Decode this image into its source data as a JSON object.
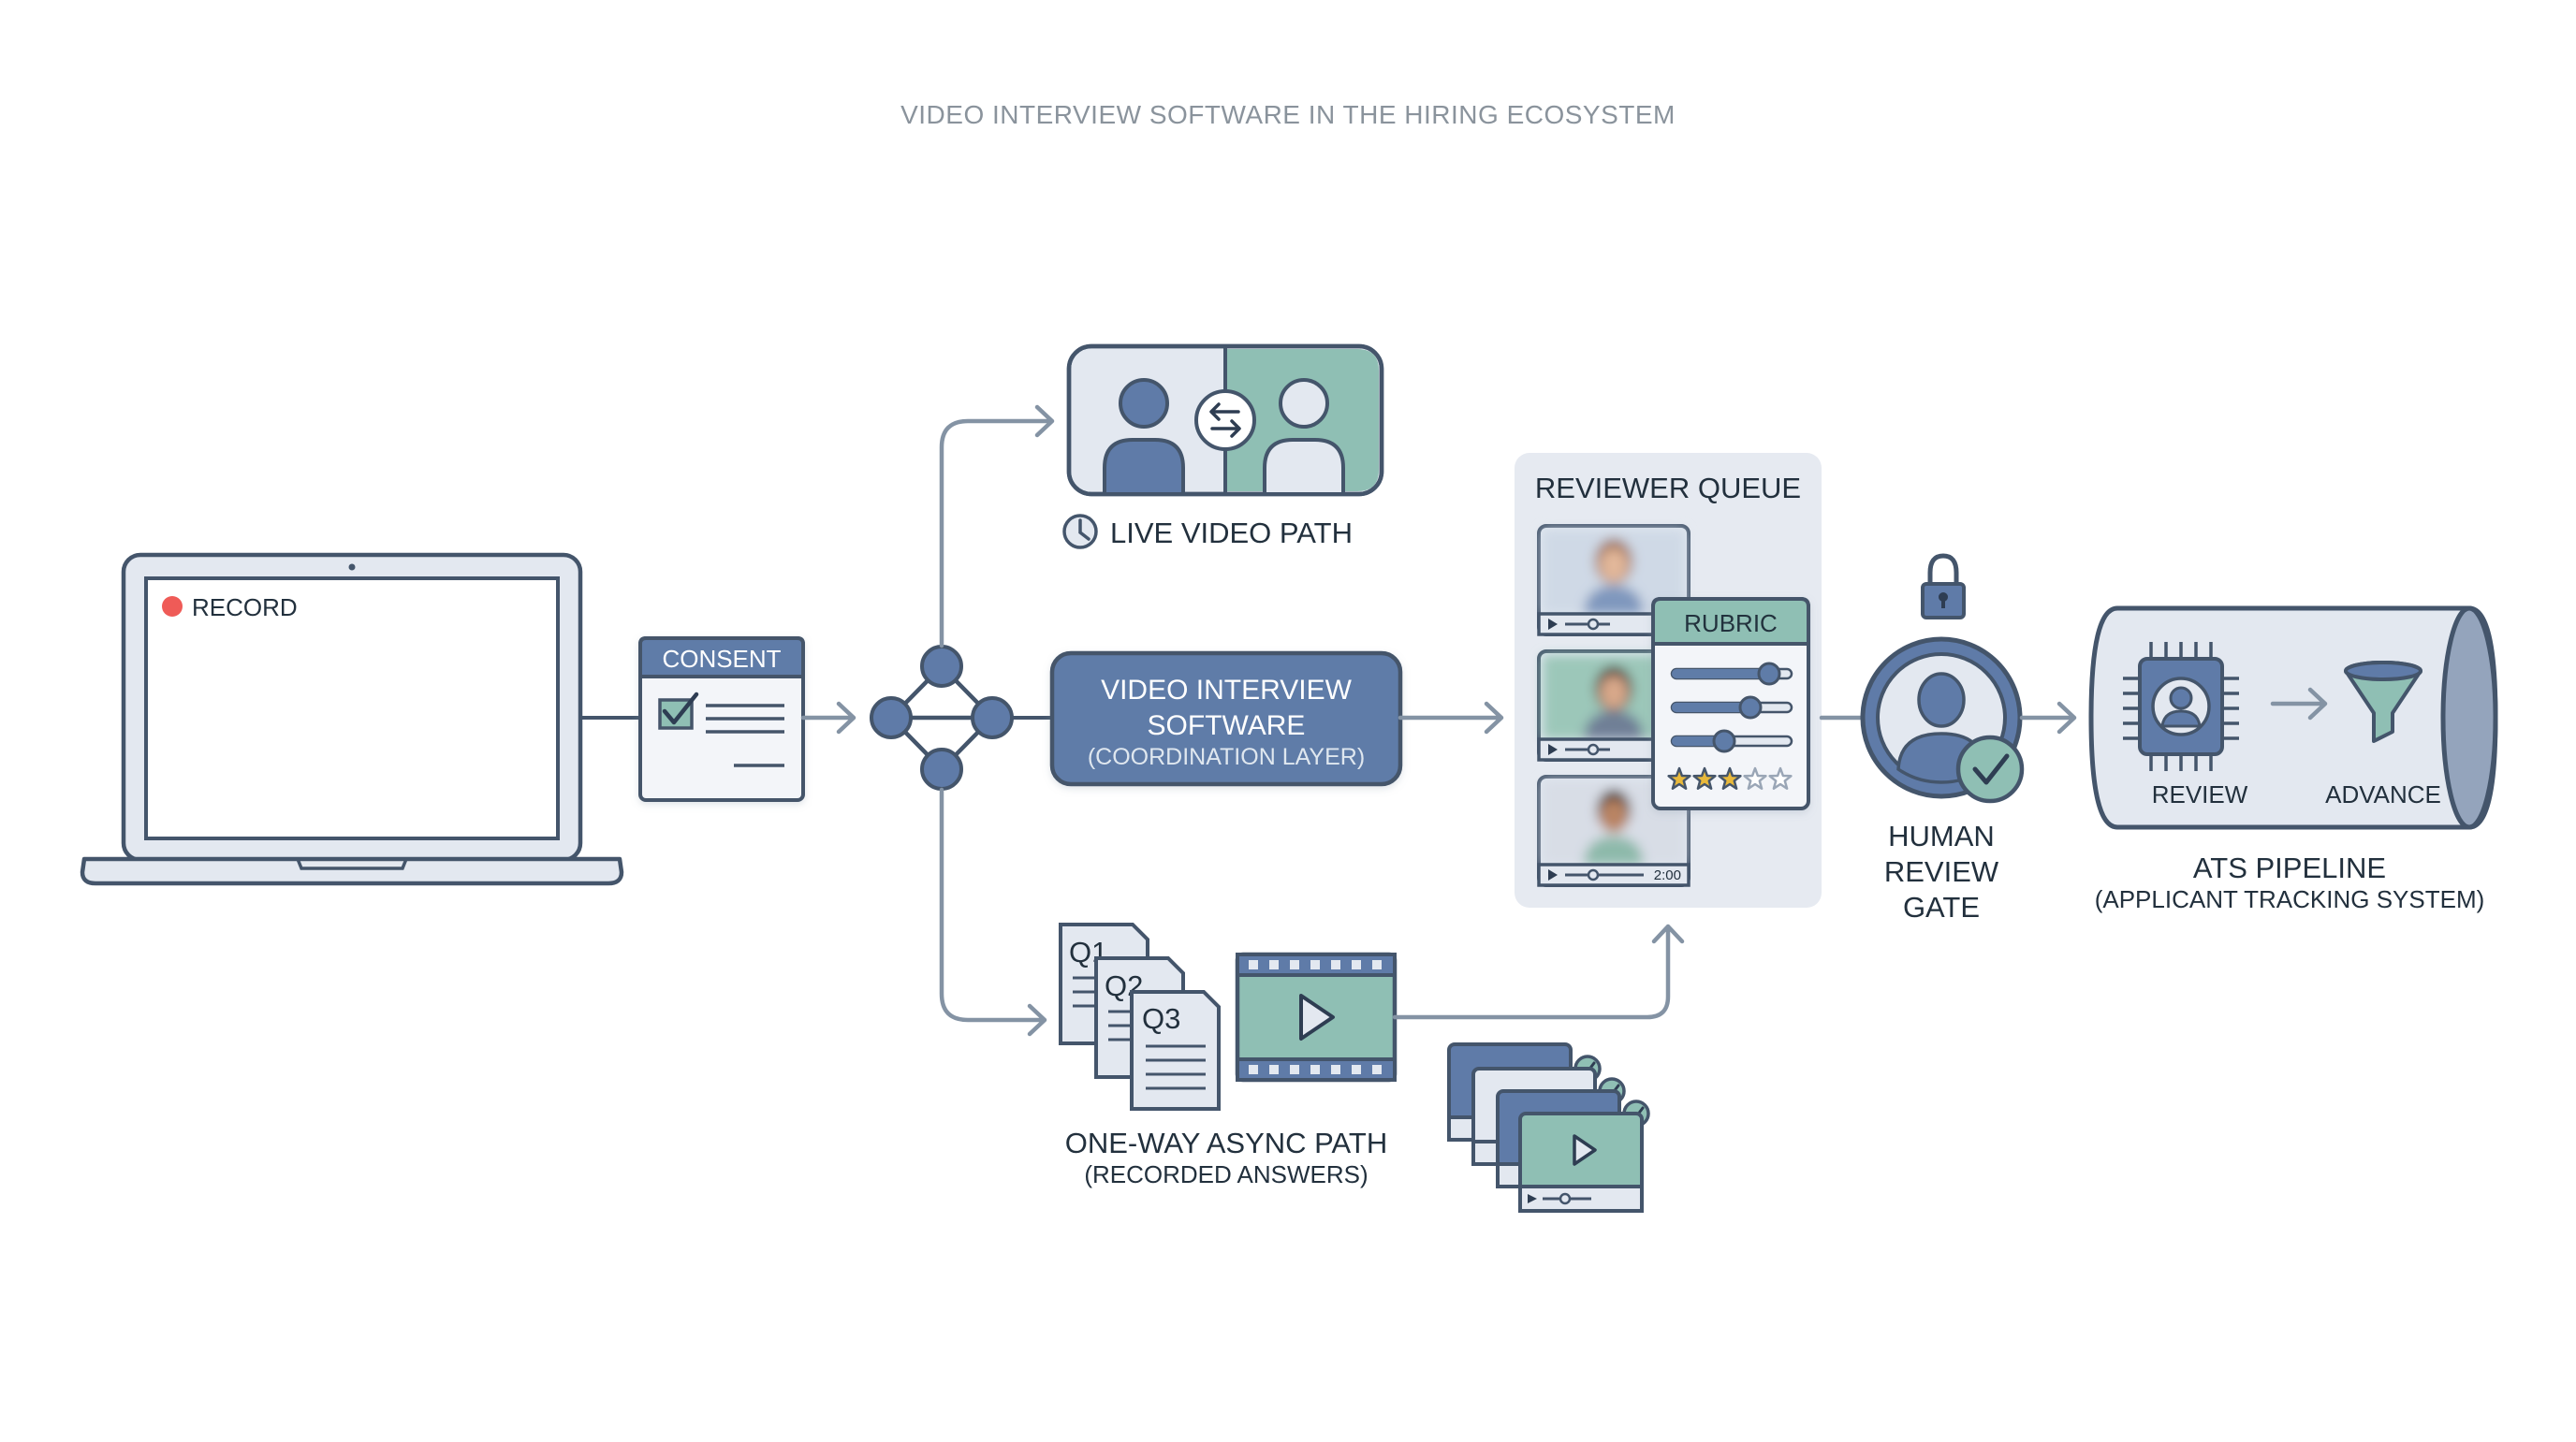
{
  "title": "VIDEO INTERVIEW SOFTWARE IN THE HIRING ECOSYSTEM",
  "laptop": {
    "record_label": "RECORD"
  },
  "consent": {
    "header": "CONSENT"
  },
  "live_path": {
    "label": "LIVE VIDEO PATH"
  },
  "software": {
    "line1": "VIDEO INTERVIEW",
    "line2": "SOFTWARE",
    "line3": "(COORDINATION LAYER)"
  },
  "async_path": {
    "label": "ONE-WAY ASYNC PATH",
    "sublabel": "(RECORDED ANSWERS)",
    "questions": [
      "Q1",
      "Q2",
      "Q3"
    ]
  },
  "queue": {
    "title": "REVIEWER QUEUE",
    "video_time": "2:00",
    "rubric_label": "RUBRIC",
    "rubric_stars": 3,
    "rubric_star_total": 5
  },
  "gate": {
    "line1": "HUMAN",
    "line2": "REVIEW",
    "line3": "GATE"
  },
  "ats": {
    "review_label": "REVIEW",
    "advance_label": "ADVANCE",
    "title": "ATS PIPELINE",
    "subtitle": "(APPLICANT TRACKING SYSTEM)"
  },
  "colors": {
    "ink": "#3f4f66",
    "slate_blue": "#5f7ba8",
    "sage": "#8fbfb4",
    "panel": "#e3e8f0",
    "record_red": "#ef5b57",
    "star_gold": "#e9b93a",
    "arrow": "#8493a4"
  }
}
